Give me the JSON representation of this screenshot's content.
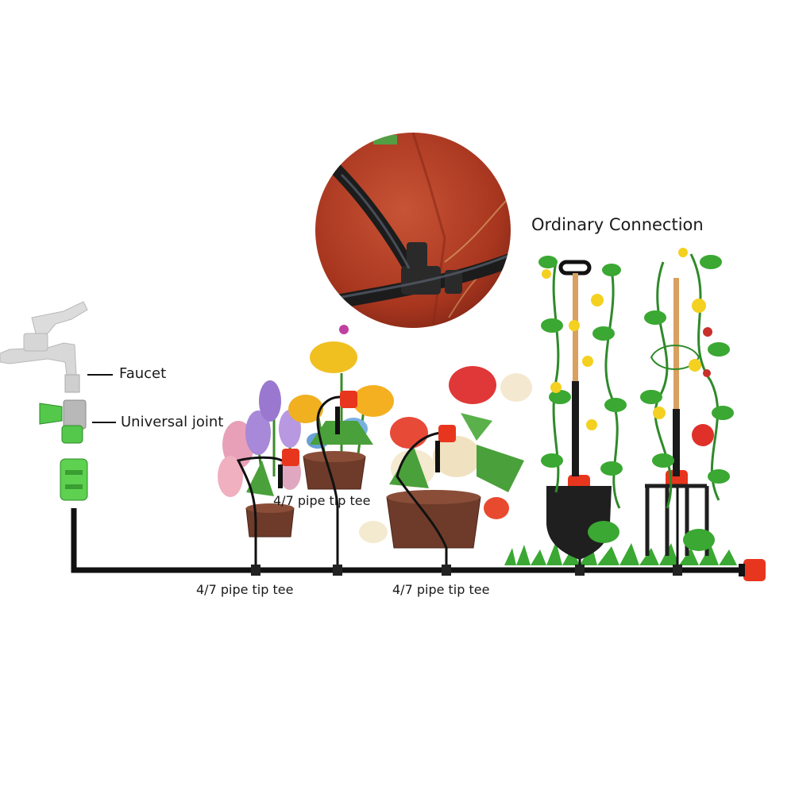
{
  "diagram": {
    "title": "Ordinary Connection",
    "labels": {
      "faucet": "Faucet",
      "universal_joint": "Universal joint",
      "tee_upper": "4/7 pipe tip tee",
      "tee_lower_left": "4/7 pipe tip tee",
      "tee_lower_right": "4/7 pipe tip tee"
    },
    "colors": {
      "pipe": "#111111",
      "dripper": "#e8361e",
      "connector": "#53c84a",
      "faucet": "#d8d8d8",
      "pot": "#6e3b2a",
      "grass": "#3aa832",
      "zoom_background": "#b8412a"
    },
    "icons": [
      "faucet-icon",
      "universal-joint-icon",
      "hose-connector-icon",
      "dripper-icon",
      "flower-pot-icon",
      "shovel-icon",
      "garden-fork-icon",
      "zoom-circle"
    ]
  }
}
